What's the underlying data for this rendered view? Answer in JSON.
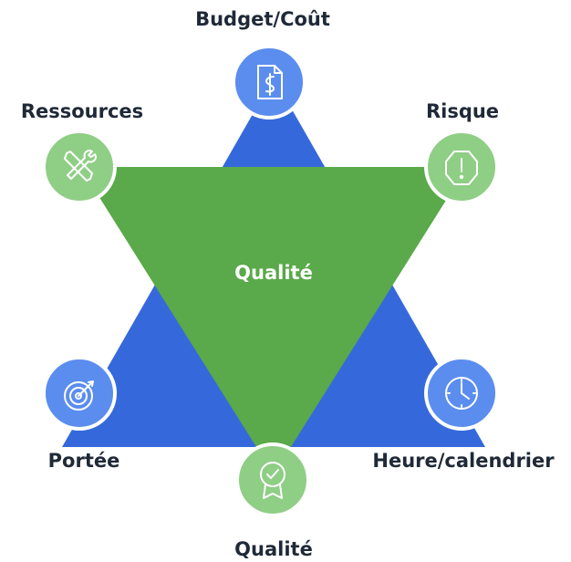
{
  "center": {
    "label": "Qualité"
  },
  "nodes": {
    "budget": {
      "label": "Budget/Coût",
      "icon": "dollar-document-icon",
      "color": "#5b8def"
    },
    "risque": {
      "label": "Risque",
      "icon": "warning-octagon-icon",
      "color": "#8fce85"
    },
    "temps": {
      "label": "Heure/calendrier",
      "icon": "clock-icon",
      "color": "#5b8def"
    },
    "qualite": {
      "label": "Qualité",
      "icon": "award-ribbon-icon",
      "color": "#8fce85"
    },
    "portee": {
      "label": "Portée",
      "icon": "target-icon",
      "color": "#5b8def"
    },
    "ressources": {
      "label": "Ressources",
      "icon": "tools-icon",
      "color": "#8fce85"
    }
  },
  "colors": {
    "blue_triangle": "#3569db",
    "green_triangle": "#5aa94a",
    "blue_circle": "#5b8def",
    "green_circle": "#8fce85",
    "label_text": "#1f2937"
  }
}
